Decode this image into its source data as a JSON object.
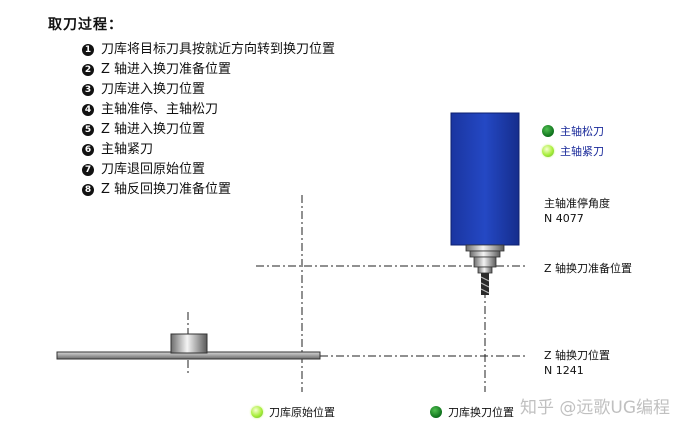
{
  "title": "取刀过程：",
  "steps": [
    {
      "num": "1",
      "text": "刀库将目标刀具按就近方向转到换刀位置"
    },
    {
      "num": "2",
      "text": "Z 轴进入换刀准备位置"
    },
    {
      "num": "3",
      "text": "刀库进入换刀位置"
    },
    {
      "num": "4",
      "text": "主轴准停、主轴松刀"
    },
    {
      "num": "5",
      "text": "Z 轴进入换刀位置"
    },
    {
      "num": "6",
      "text": "主轴紧刀"
    },
    {
      "num": "7",
      "text": "刀库退回原始位置"
    },
    {
      "num": "8",
      "text": "Z 轴反回换刀准备位置"
    }
  ],
  "legend": {
    "spindle_unclamp": "主轴松刀",
    "spindle_clamp": "主轴紧刀"
  },
  "labels": {
    "orient_angle_title": "主轴准停角度",
    "orient_angle_value": "N 4077",
    "z_prepare": "Z 轴换刀准备位置",
    "z_change": "Z 轴换刀位置",
    "z_change_value": "N 1241",
    "magazine_home": "刀库原始位置",
    "magazine_change": "刀库换刀位置"
  },
  "watermark": "知乎 @远歌UG编程",
  "colors": {
    "spindle_blue": "#1b3fb3",
    "led_dark_green": "#0d6f1b",
    "led_light_green": "#a8ee3a",
    "legend_text": "#1a2a9a"
  }
}
